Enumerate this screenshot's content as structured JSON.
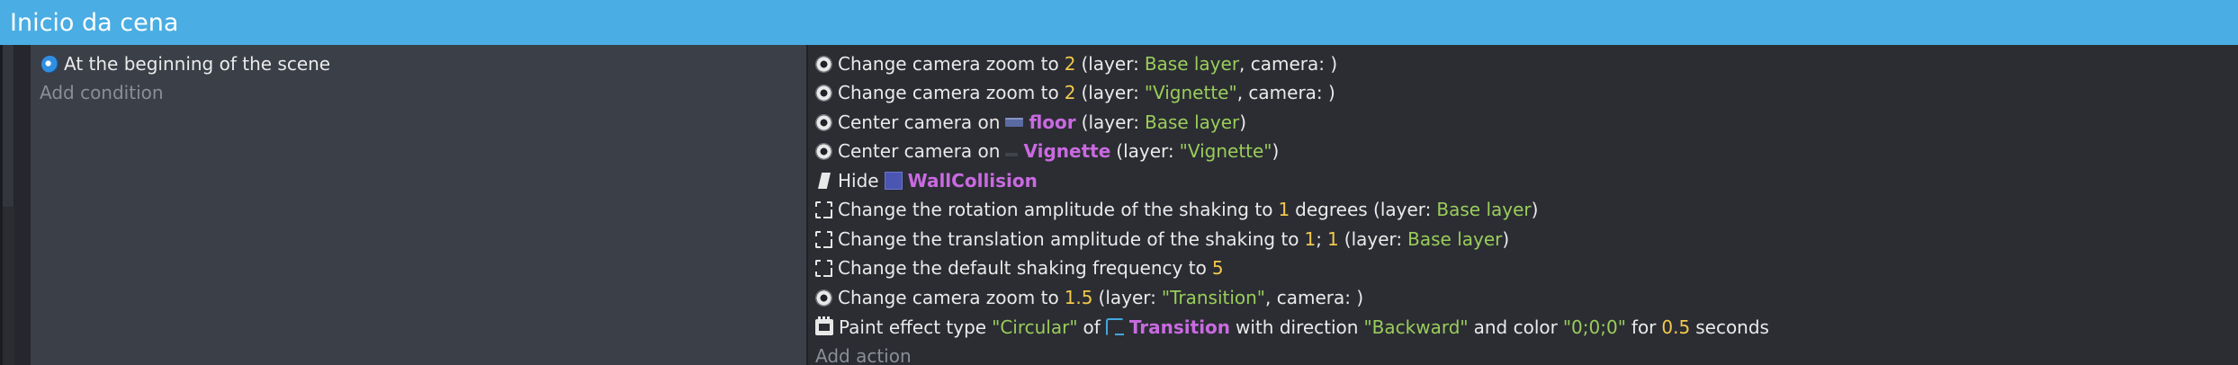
{
  "group": {
    "title": "Inicio da cena"
  },
  "conditions": {
    "items": [
      {
        "icon": "scene-start-icon",
        "label": "At the beginning of the scene"
      }
    ],
    "add_label": "Add condition"
  },
  "actions": {
    "zoom_base": {
      "label": "Change camera zoom to",
      "value": "2",
      "layer_open": "(layer:",
      "layer": "Base layer",
      "camera": ", camera: )"
    },
    "zoom_vignette": {
      "label": "Change camera zoom to",
      "value": "2",
      "layer_open": "(layer:",
      "layer": "\"Vignette\"",
      "camera": ", camera: )"
    },
    "center_floor": {
      "label": "Center camera on",
      "object": "floor",
      "layer_open": "(layer:",
      "layer": "Base layer",
      "close": ")"
    },
    "center_vignette": {
      "label": "Center camera on",
      "object": "Vignette",
      "layer_open": "(layer:",
      "layer": "\"Vignette\"",
      "close": ")"
    },
    "hide_wall": {
      "label": "Hide",
      "object": "WallCollision"
    },
    "shake_rotation": {
      "label": "Change the rotation amplitude of the shaking to",
      "value": "1",
      "unit": "degrees (layer:",
      "layer": "Base layer",
      "close": ")"
    },
    "shake_translation": {
      "label": "Change the translation amplitude of the shaking to",
      "value_x": "1",
      "sep": ";",
      "value_y": "1",
      "layer_open": "(layer:",
      "layer": "Base layer",
      "close": ")"
    },
    "shake_frequency": {
      "label": "Change the default shaking frequency to",
      "value": "5"
    },
    "zoom_transition": {
      "label": "Change camera zoom to",
      "value": "1.5",
      "layer_open": "(layer:",
      "layer": "\"Transition\"",
      "camera": ", camera: )"
    },
    "paint_effect": {
      "label": "Paint effect type",
      "type": "\"Circular\"",
      "of": "of",
      "object": "Transition",
      "with_dir": "with direction",
      "direction": "\"Backward\"",
      "and_color": "and color",
      "color": "\"0;0;0\"",
      "for": "for",
      "duration": "0.5",
      "unit": "seconds"
    },
    "add_label": "Add action"
  },
  "colors": {
    "header": "#4aade3",
    "condition_bg": "#3b3f48",
    "action_bg": "#2b2d33",
    "number": "#f3c84b",
    "string": "#9acd5a",
    "object": "#c96ae0"
  }
}
